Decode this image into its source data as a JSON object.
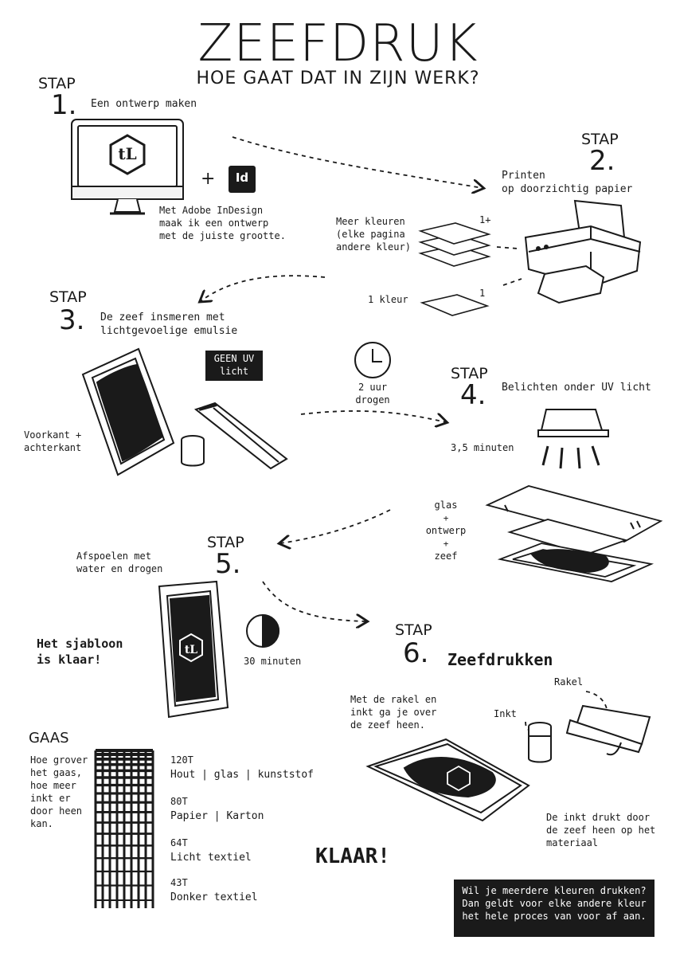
{
  "header": {
    "title": "ZEEFDRUK",
    "subtitle": "HOE GAAT DAT IN ZIJN WERK?"
  },
  "step1": {
    "stap": "STAP",
    "number": "1.",
    "heading": "Een ontwerp maken",
    "plus": "+",
    "indesign_icon": "Id",
    "note": "Met Adobe InDesign\nmaak ik een ontwerp\nmet de juiste grootte."
  },
  "step2": {
    "stap": "STAP",
    "number": "2.",
    "heading": "Printen\nop doorzichtig papier",
    "multi_label": "Meer kleuren\n(elke pagina\nandere kleur)",
    "multi_count": "1+",
    "single_label": "1 kleur",
    "single_count": "1"
  },
  "step3": {
    "stap": "STAP",
    "number": "3.",
    "heading": "De zeef insmeren met\nlichtgevoelige emulsie",
    "warning": "GEEN UV\nlicht",
    "side_note": "Voorkant +\nachterkant",
    "drying": "2 uur\ndrogen"
  },
  "step4": {
    "stap": "STAP",
    "number": "4.",
    "heading": "Belichten onder UV licht",
    "time": "3,5 minuten",
    "layer_glas": "glas",
    "layer_plus1": "+",
    "layer_ontwerp": "ontwerp",
    "layer_plus2": "+",
    "layer_zeef": "zeef"
  },
  "step5": {
    "stap": "STAP",
    "number": "5.",
    "heading": "Afspoelen met\nwater en drogen",
    "result": "Het sjabloon\nis klaar!",
    "time": "30 minuten"
  },
  "step6": {
    "stap": "STAP",
    "number": "6.",
    "heading": "Zeefdrukken",
    "rakel": "Rakel",
    "inkt": "Inkt",
    "instruction": "Met de rakel en\ninkt ga je over\nde zeef heen.",
    "result": "De inkt drukt door\nde zeef heen op het\nmateriaal"
  },
  "gaas": {
    "title": "GAAS",
    "intro": "Hoe grover\nhet gaas,\nhoe meer\ninkt er\ndoor heen\nkan.",
    "levels": [
      {
        "code": "120T",
        "use": "Hout | glas | kunststof"
      },
      {
        "code": "80T",
        "use": "Papier | Karton"
      },
      {
        "code": "64T",
        "use": "Licht textiel"
      },
      {
        "code": "43T",
        "use": "Donker textiel"
      }
    ]
  },
  "klaar": "KLAAR!",
  "footer_note": "Wil je meerdere kleuren drukken?\nDan geldt voor elke andere kleur\nhet hele proces van voor af aan."
}
